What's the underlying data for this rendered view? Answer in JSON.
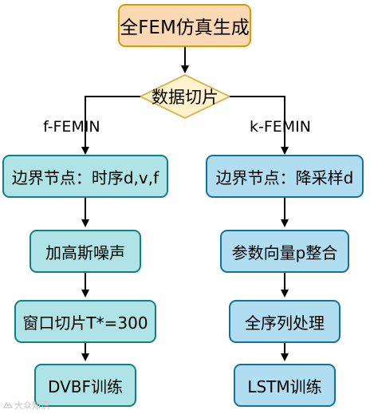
{
  "diagram": {
    "root": {
      "label": "全FEM仿真生成"
    },
    "decision": {
      "label": "数据切片"
    },
    "branches": {
      "left": {
        "label": "f-FEMIN",
        "steps": [
          "边界节点：时序d,v,f",
          "加高斯噪声",
          "窗口切片T*=300",
          "DVBF训练"
        ]
      },
      "right": {
        "label": "k-FEMIN",
        "steps": [
          "边界节点：降采样d",
          "参数向量p整合",
          "全序列处理",
          "LSTM训练"
        ]
      }
    },
    "colors": {
      "root_fill": "#fbd9b4",
      "root_stroke": "#d79b00",
      "decision_fill": "#fff2cc",
      "decision_stroke": "#d6b656",
      "left_fill": "#b0e3e6",
      "left_stroke": "#0e8088",
      "right_fill": "#b1ddf0",
      "right_stroke": "#10739e"
    }
  },
  "watermark": {
    "text": "大众知识",
    "icon": "app-logo-icon"
  }
}
